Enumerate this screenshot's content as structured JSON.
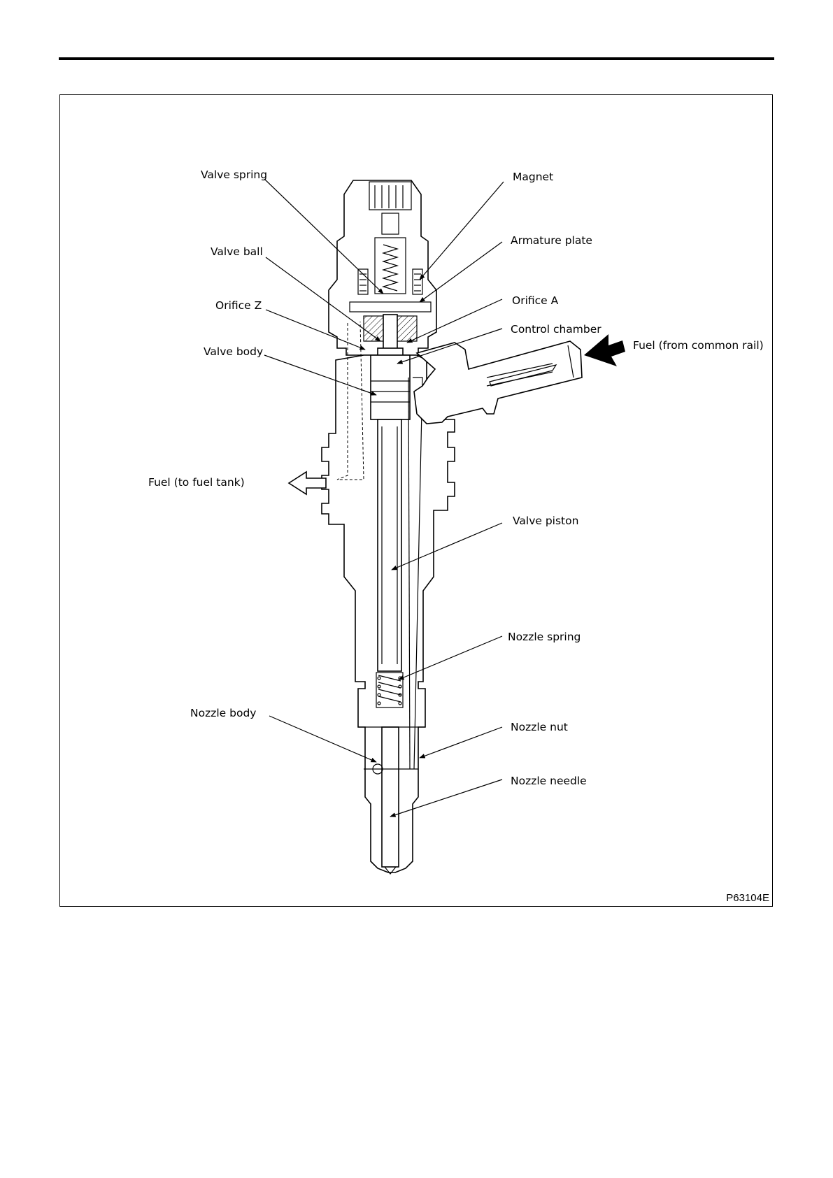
{
  "figure_code": "P63104E",
  "labels": {
    "valve_spring": "Valve spring",
    "magnet": "Magnet",
    "armature_plate": "Armature plate",
    "valve_ball": "Valve ball",
    "orifice_a": "Orifice A",
    "orifice_z": "Orifice Z",
    "control_chamber": "Control chamber",
    "valve_body": "Valve body",
    "fuel_in": "Fuel (from common rail)",
    "fuel_out": "Fuel (to fuel tank)",
    "valve_piston": "Valve piston",
    "nozzle_spring": "Nozzle spring",
    "nozzle_body": "Nozzle body",
    "nozzle_nut": "Nozzle nut",
    "nozzle_needle": "Nozzle needle"
  },
  "colors": {
    "line": "#000000",
    "background": "#ffffff"
  }
}
